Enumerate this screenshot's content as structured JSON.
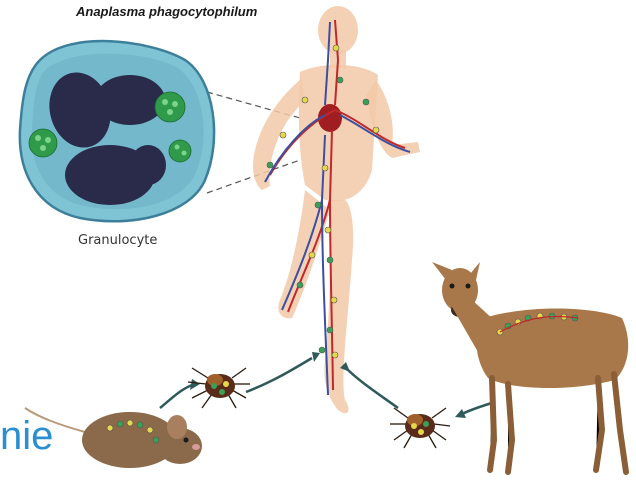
{
  "title": "Anaplasma phagocytophilum",
  "cell_label": "Granulocyte",
  "fragment_text": "nie",
  "colors": {
    "cell_body": "#7fc4d4",
    "cell_border": "#3d7f9a",
    "nucleus": "#2a2a4a",
    "morula": "#2f9a4a",
    "skin": "#f2c9a8",
    "artery": "#c0282a",
    "vein": "#3c4fa0",
    "bacteria_yellow": "#e6d84a",
    "bacteria_green": "#3aa056",
    "deer": "#a8784a",
    "mouse": "#8a6a4a",
    "tick": "#5a2a1a",
    "arrow": "#2f5a5a",
    "fragment": "#2a8fd0"
  },
  "icons": {
    "cell": "granulocyte-illustration",
    "human": "human-circulatory-figure",
    "deer": "deer-host",
    "mouse": "mouse-host",
    "tick_left": "tick-vector",
    "tick_right": "tick-vector"
  }
}
